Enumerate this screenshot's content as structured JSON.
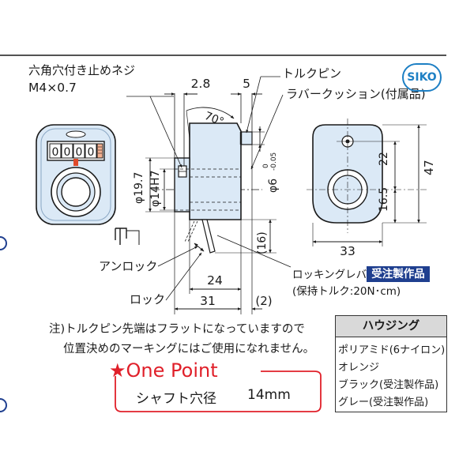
{
  "logo": {
    "text": "SIKO",
    "color": "#1d7fc4"
  },
  "counter": {
    "digits": [
      "0",
      "0",
      "0",
      "0"
    ],
    "highlight_color": "#e04a2a"
  },
  "labels": {
    "setscrew_line1": "六角穴付き止めネジ",
    "setscrew_line2": "M4×0.7",
    "torque_pin": "トルクピン",
    "rubber_cushion": "ラバークッション(付属品)",
    "unlock": "アンロック",
    "lock": "ロック",
    "locking_lever": "ロッキングレバー",
    "holding_torque": "(保持トルク:20N･cm)",
    "made_to_order": "受注製作品"
  },
  "dimensions": {
    "d_2_8": "2.8",
    "d_5": "5",
    "angle_70": "70°",
    "phi_19_7": "φ19.7",
    "phi_14_h7": "φ14H7",
    "phi_6": "φ6",
    "phi_6_tol_upper": "0",
    "phi_6_tol_lower": "-0.05",
    "d_16": "(16)",
    "d_24": "24",
    "d_31": "31",
    "d_2": "(2)",
    "d_22": "22",
    "d_47": "47",
    "d_16_5": "16.5",
    "d_33": "33"
  },
  "notes": {
    "line1": "注)トルクピン先端はフラットになっていますので",
    "line2": "位置決めのマーキングにはご使用になれません。"
  },
  "one_point": {
    "title": "★One Point",
    "label": "シャフト穴径",
    "value": "14mm",
    "accent": "#e0202a"
  },
  "housing": {
    "title": "ハウジング",
    "rows": [
      "ポリアミド(6ナイロン)",
      "オレンジ",
      "ブラック(受注製作品)",
      "グレー(受注製作品)"
    ]
  },
  "colors": {
    "body_fill": "#dbe9f6",
    "outline": "#1a1a1a",
    "badge": "#1f3f8f"
  }
}
